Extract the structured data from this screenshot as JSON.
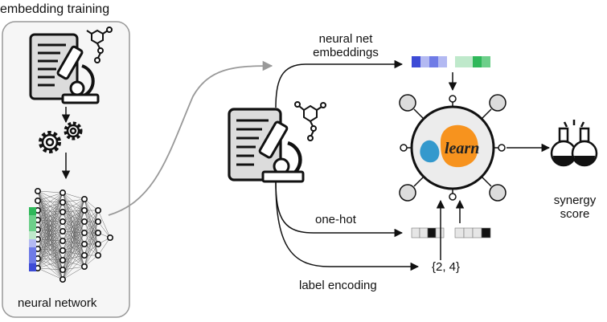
{
  "panel": {
    "title": "embedding training",
    "network_label": "neural network"
  },
  "labels": {
    "nn_embeddings_line1": "neural net",
    "nn_embeddings_line2": "embeddings",
    "one_hot": "one-hot",
    "label_encoding": "label encoding",
    "label_value": "{2, 4}",
    "output_line1": "synergy",
    "output_line2": "score",
    "sklearn_logo_text": "learn"
  },
  "icons": {
    "document_microscope": "document-microscope-icon",
    "molecule": "molecule-icon",
    "gears": "gears-icon",
    "sklearn": "scikit-learn-logo",
    "flasks": "flasks-icon"
  },
  "colors": {
    "blue_dark": "#3d4bd6",
    "blue_mid": "#6f7be6",
    "blue_light": "#b3b9f2",
    "green_dark": "#2fb85a",
    "green_mid": "#6dcf8a",
    "green_light": "#bfe9cb",
    "sklearn_blue": "#3499cd",
    "sklearn_orange": "#f7931e",
    "panel_bg": "#f6f6f6",
    "panel_border": "#999999"
  }
}
